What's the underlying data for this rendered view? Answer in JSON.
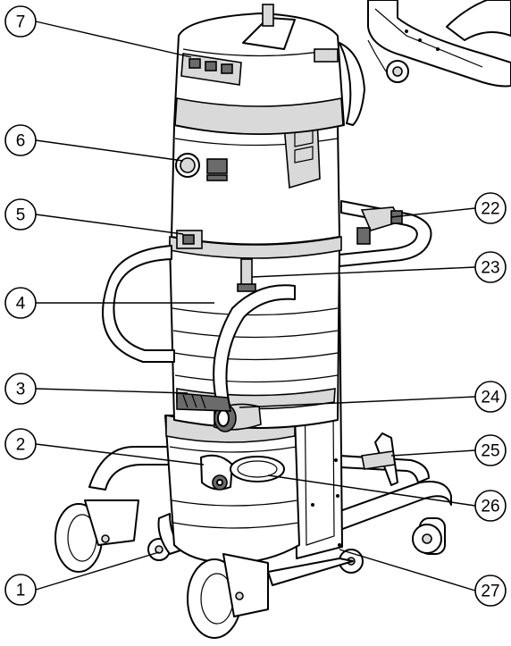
{
  "figure": {
    "description_free": true,
    "callouts": [
      {
        "id": "1",
        "label": "1"
      },
      {
        "id": "2",
        "label": "2"
      },
      {
        "id": "3",
        "label": "3"
      },
      {
        "id": "4",
        "label": "4"
      },
      {
        "id": "5",
        "label": "5"
      },
      {
        "id": "6",
        "label": "6"
      },
      {
        "id": "7",
        "label": "7"
      },
      {
        "id": "22",
        "label": "22"
      },
      {
        "id": "23",
        "label": "23"
      },
      {
        "id": "24",
        "label": "24"
      },
      {
        "id": "25",
        "label": "25"
      },
      {
        "id": "26",
        "label": "26"
      },
      {
        "id": "27",
        "label": "27"
      }
    ]
  },
  "colors": {
    "ink": "#000000",
    "paper": "#ffffff",
    "shade": "#d9d9d9",
    "dark_shade": "#6b6b6b"
  }
}
